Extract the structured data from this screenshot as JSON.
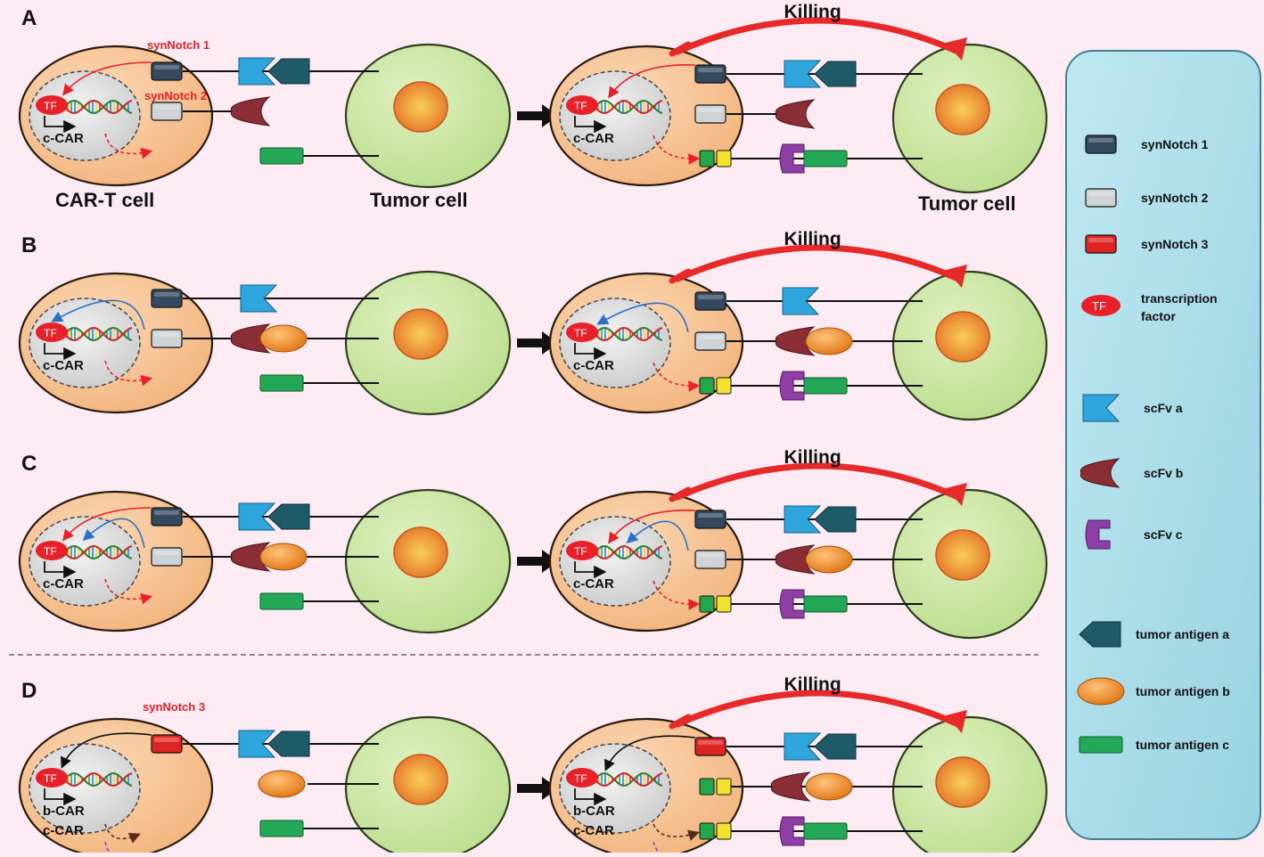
{
  "panels": [
    {
      "letter": "A",
      "killing": "Killing",
      "cells": {
        "car": "CAR-T cell",
        "tumor_left": "Tumor cell",
        "tumor_right": "Tumor cell"
      },
      "labels": {
        "synnotch1": "synNotch 1",
        "synnotch2": "synNotch 2"
      },
      "genes": [
        "c-CAR"
      ]
    },
    {
      "letter": "B",
      "killing": "Killing",
      "genes": [
        "c-CAR"
      ]
    },
    {
      "letter": "C",
      "killing": "Killing",
      "genes": [
        "c-CAR"
      ]
    },
    {
      "letter": "D",
      "killing": "Killing",
      "labels": {
        "synnotch3": "synNotch 3"
      },
      "genes": [
        "b-CAR",
        "c-CAR"
      ]
    }
  ],
  "tf_label": "TF",
  "legend": [
    {
      "icon": "synnotch1-icon",
      "label": "synNotch 1"
    },
    {
      "icon": "synnotch2-icon",
      "label": "synNotch 2"
    },
    {
      "icon": "synnotch3-icon",
      "label": "synNotch 3"
    },
    {
      "icon": "tf-icon",
      "label": "transcription factor",
      "label_lines": [
        "transcription",
        "factor"
      ]
    },
    {
      "icon": "scfv-a-icon",
      "label": "scFv a"
    },
    {
      "icon": "scfv-b-icon",
      "label": "scFv b"
    },
    {
      "icon": "scfv-c-icon",
      "label": "scFv c"
    },
    {
      "icon": "tumor-antigen-a-icon",
      "label": "tumor antigen a"
    },
    {
      "icon": "tumor-antigen-b-icon",
      "label": "tumor antigen b"
    },
    {
      "icon": "tumor-antigen-c-icon",
      "label": "tumor antigen c"
    }
  ],
  "colors": {
    "background": "#fcebf2",
    "car_cell": "#f7c79a",
    "tumor_cell": "#cde8a8",
    "nucleus": "#dedede",
    "synnotch1": "#34495e",
    "synnotch2": "#cfd3d6",
    "synnotch3": "#e02424",
    "tf": "#e8202a",
    "scfv_a": "#2ea6dc",
    "scfv_b": "#8a2d35",
    "scfv_c": "#8e3fa6",
    "antigen_a": "#1f5a68",
    "antigen_b": "#f08a1c",
    "antigen_c": "#23a858",
    "killing_arrow": "#e62a2a",
    "legend_panel": "#a9dde9",
    "small_green": "#22a84a",
    "small_yellow": "#f2e22e"
  }
}
